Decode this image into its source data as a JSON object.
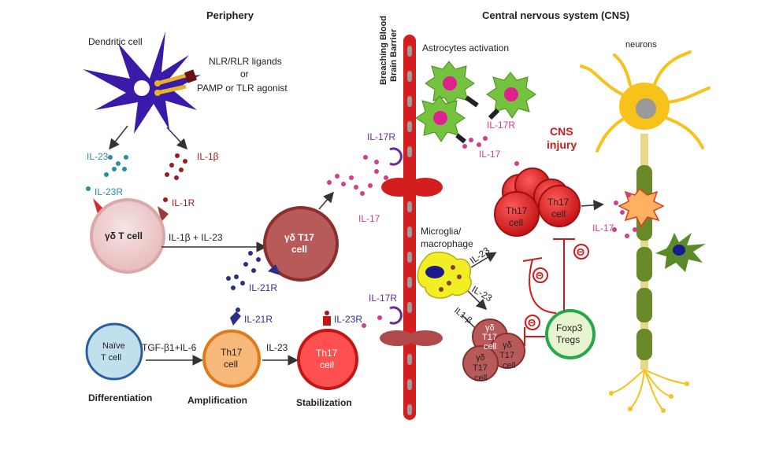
{
  "headings": {
    "periphery": "Periphery",
    "cns": "Central nervous system (CNS)"
  },
  "labels": {
    "dendritic_cell": "Dendritic cell",
    "ligands_line1": "NLR/RLR ligands",
    "ligands_line2": "or",
    "ligands_line3": "PAMP or TLR agonist",
    "il23": "IL-23",
    "il1b": "IL-1β",
    "il23r_top": "IL-23R",
    "il1r": "IL-1R",
    "gd_t_cell": "γδ T cell",
    "il1b_plus_il23": "IL-1β + IL-23",
    "gd_t17_line1": "γδ T17",
    "gd_t17_line2": "cell",
    "il21r_mid": "IL-21R",
    "il21r_low": "IL-21R",
    "il23r_low": "IL-23R",
    "naive_line1": "Naïve",
    "naive_line2": "T cell",
    "tgf": "TGF-β1+IL-6",
    "th17_amp_line1": "Th17",
    "th17_amp_line2": "cell",
    "il23_low": "IL-23",
    "th17_stab_line1": "Th17",
    "th17_stab_line2": "cell",
    "differentiation": "Differentiation",
    "amplification": "Amplification",
    "stabilization": "Stabilization",
    "bbb_line1": "Breaching Blood",
    "bbb_line2": "Brain Barrier",
    "il17r_top": "IL-17R",
    "il17_left": "IL-17",
    "il17r_low": "IL-17R",
    "astro": "Astrocytes activation",
    "il17r_astro": "IL-17R",
    "il17_astro": "IL-17",
    "cns_injury_line1": "CNS",
    "cns_injury_line2": "injury",
    "microglia_line1": "Microglia/",
    "microglia_line2": "macrophage",
    "il23_mg_up": "IL-23",
    "il23_mg_down": "IL-23",
    "il1b_mg": "IL1-β",
    "th17_cns_a_line1": "Th17",
    "th17_cns_a_line2": "cell",
    "th17_cns_b_line1": "Th17",
    "th17_cns_b_line2": "cell",
    "il17_neuron": "IL-17",
    "foxp3_line1": "Foxp3",
    "foxp3_line2": "Tregs",
    "gd_cns_a_line1": "γδ",
    "gd_cns_a_line2": "T17",
    "gd_cns_a_line3": "cell",
    "gd_cns_b_line1": "γδ",
    "gd_cns_b_line2": "T17",
    "gd_cns_b_line3": "cell",
    "gd_cns_c_line1": "γδ",
    "gd_cns_c_line2": "T17",
    "gd_cns_c_line3": "cell",
    "neurons": "neurons",
    "inhibit_symbol": "Θ"
  },
  "colors": {
    "dendritic": "#3a1aa8",
    "il23_teal": "#2a8f9e",
    "il1b_red": "#9b1c1c",
    "il21r_blue": "#2b2f8a",
    "il17_pink": "#d43c8c",
    "il17r_purple": "#6a2a9a",
    "vessel_red": "#d41e1e",
    "astro_green": "#74c23d",
    "astro_nucleus": "#e0208e",
    "neuron_yellow": "#f7c21a",
    "axon_green": "#6a8a2a",
    "microglia_yellow": "#f2ee24",
    "treg_green": "#24a84a",
    "th17_orange": "#e07a1a",
    "cns_injury_red": "#d01a1a"
  }
}
